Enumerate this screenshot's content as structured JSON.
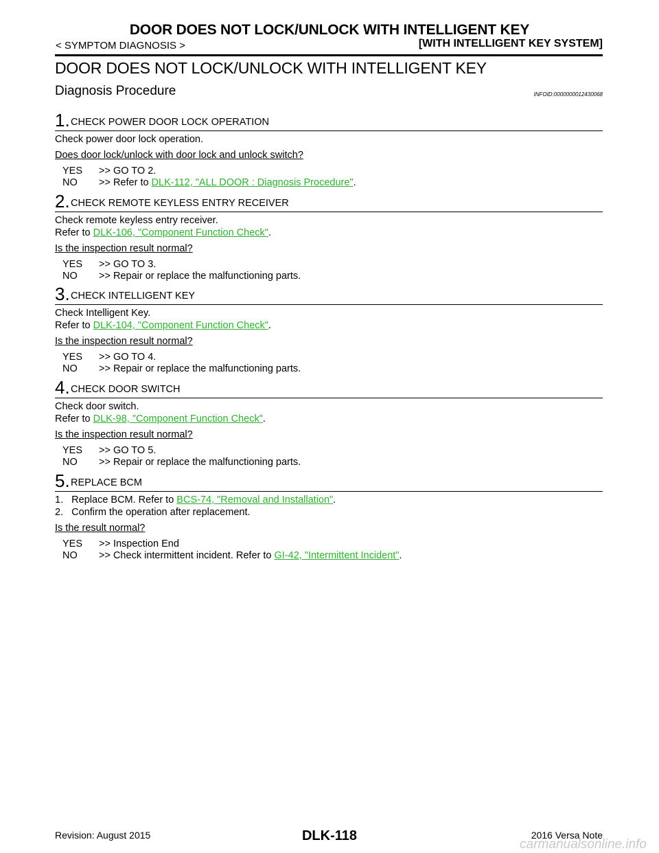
{
  "header": {
    "title": "DOOR DOES NOT LOCK/UNLOCK WITH INTELLIGENT KEY",
    "section": "< SYMPTOM DIAGNOSIS >",
    "system": "[WITH INTELLIGENT KEY SYSTEM]"
  },
  "main_title": "DOOR DOES NOT LOCK/UNLOCK WITH INTELLIGENT KEY",
  "subtitle": "Diagnosis Procedure",
  "info_id": "INFOID:0000000012430068",
  "steps": [
    {
      "num": "1.",
      "title": "CHECK POWER DOOR LOCK OPERATION",
      "line1": "Check power door lock operation.",
      "question": "Does door lock/unlock with door lock and unlock switch?",
      "yes_key": "YES",
      "yes_text": ">> GO TO 2.",
      "no_key": "NO",
      "no_prefix": ">> Refer to ",
      "no_link": "DLK-112, \"ALL DOOR : Diagnosis Procedure\"",
      "no_suffix": "."
    },
    {
      "num": "2.",
      "title": "CHECK REMOTE KEYLESS ENTRY RECEIVER",
      "line1": "Check remote keyless entry receiver.",
      "refer_prefix": "Refer to ",
      "refer_link": "DLK-106, \"Component Function Check\"",
      "refer_suffix": ".",
      "question": "Is the inspection result normal?",
      "yes_key": "YES",
      "yes_text": ">> GO TO 3.",
      "no_key": "NO",
      "no_text": ">> Repair or replace the malfunctioning parts."
    },
    {
      "num": "3.",
      "title": "CHECK INTELLIGENT KEY",
      "line1": "Check Intelligent Key.",
      "refer_prefix": "Refer to ",
      "refer_link": "DLK-104, \"Component Function Check\"",
      "refer_suffix": ".",
      "question": "Is the inspection result normal?",
      "yes_key": "YES",
      "yes_text": ">> GO TO 4.",
      "no_key": "NO",
      "no_text": ">> Repair or replace the malfunctioning parts."
    },
    {
      "num": "4.",
      "title": "CHECK DOOR SWITCH",
      "line1": "Check door switch.",
      "refer_prefix": "Refer to ",
      "refer_link": "DLK-98, \"Component Function Check\"",
      "refer_suffix": ".",
      "question": "Is the inspection result normal?",
      "yes_key": "YES",
      "yes_text": ">> GO TO 5.",
      "no_key": "NO",
      "no_text": ">> Repair or replace the malfunctioning parts."
    },
    {
      "num": "5.",
      "title": "REPLACE BCM",
      "item1_prefix": "1.   Replace BCM. Refer to ",
      "item1_link": "BCS-74, \"Removal and Installation\"",
      "item1_suffix": ".",
      "item2": "2.   Confirm the operation after replacement.",
      "question": "Is the result normal?",
      "yes_key": "YES",
      "yes_text": ">> Inspection End",
      "no_key": "NO",
      "no_prefix": ">> Check intermittent incident. Refer to ",
      "no_link": "GI-42, \"Intermittent Incident\"",
      "no_suffix": "."
    }
  ],
  "footer": {
    "revision": "Revision: August 2015",
    "page": "DLK-118",
    "model": "2016 Versa Note",
    "watermark": "carmanualsonline.info"
  },
  "colors": {
    "link": "#2fb02f",
    "text": "#000000"
  }
}
